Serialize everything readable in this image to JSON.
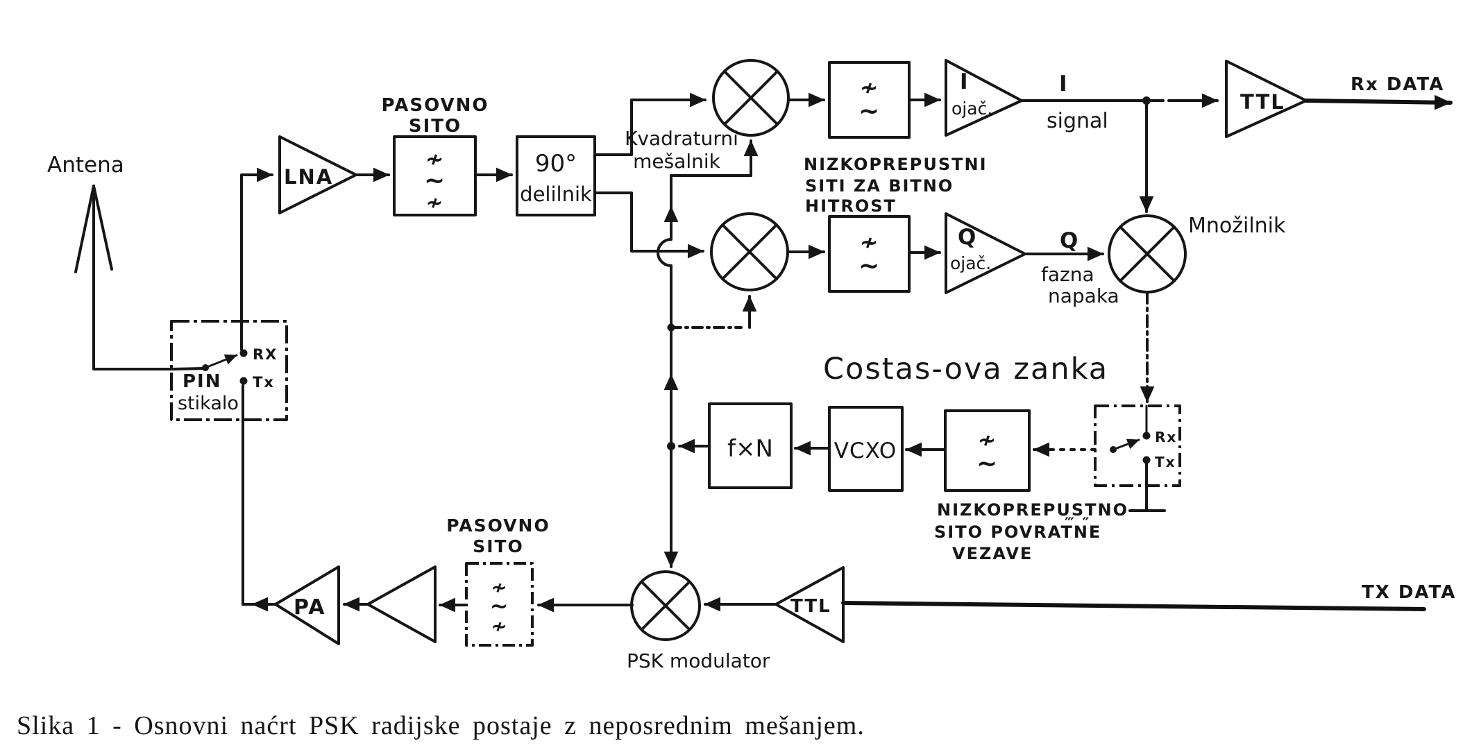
{
  "figure": {
    "caption": "Slika 1 - Osnovni naćrt PSK radijske postaje z neposrednim mešanjem."
  },
  "labels": {
    "antenna": "Antena",
    "pin_switch_line1": "PIN",
    "pin_switch_line2": "stikalo",
    "pin_rx": "RX",
    "pin_tx": "Tx",
    "lna": "LNA",
    "bandpass_rx_line1": "PASOVNO",
    "bandpass_rx_line2": "SITO",
    "divider_line1": "90°",
    "divider_line2": "delilnik",
    "quad_mixer_line1": "Kvadraturni",
    "quad_mixer_line2": "mešalnik",
    "lowpass_bitrate_line1": "NIZKOPREPUSTNI",
    "lowpass_bitrate_line2": "SITI ZA BITNO",
    "lowpass_bitrate_line3": "HITROST",
    "i_amp_line1": "I",
    "i_amp_line2": "ojač.",
    "q_amp_line1": "Q",
    "q_amp_line2": "ojač.",
    "i_signal_line1": "I",
    "i_signal_line2": "signal",
    "q_phase_line1": "Q",
    "q_phase_line2": "fazna",
    "q_phase_line3": "napaka",
    "multiplier": "Množilnik",
    "ttl_rx": "TTL",
    "rx_data": "Rx DATA",
    "costas_loop": "Costas-ova  zanka",
    "fxn": "f×N",
    "vcxo": "VCXO",
    "fb_rx": "Rx",
    "fb_tx": "Tx",
    "fb_marks": "‴ ″",
    "lowpass_fb_line1": "NIZKOPREPUSTNO",
    "lowpass_fb_line2": "SITO POVRATNE",
    "lowpass_fb_line3": "VEZAVE",
    "bandpass_tx_line1": "PASOVNO",
    "bandpass_tx_line2": "SITO",
    "psk_modulator": "PSK modulator",
    "ttl_tx": "TTL",
    "tx_data": "TX DATA",
    "pa": "PA",
    "wave": "∼",
    "wave_crossed": "≁"
  }
}
